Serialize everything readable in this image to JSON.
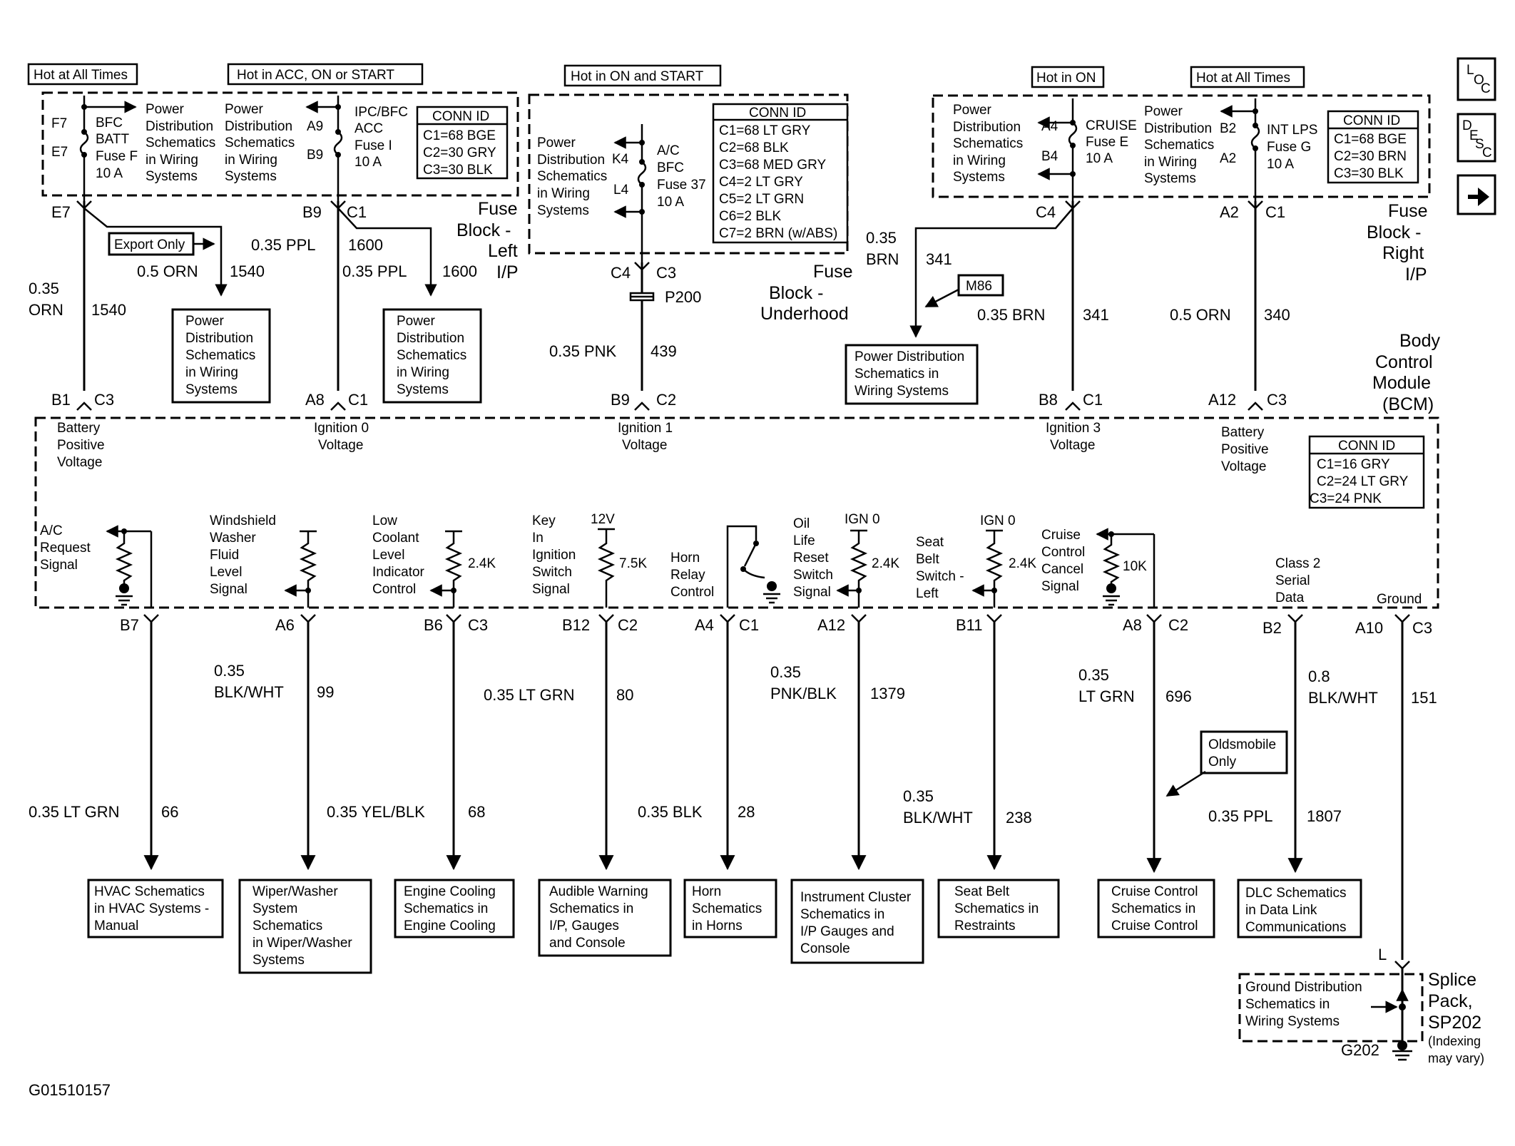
{
  "header_labels": {
    "hot_all_times_left": "Hot at All Times",
    "hot_acc_on_start": "Hot in ACC, ON or START",
    "hot_on_start": "Hot in ON and START",
    "hot_on": "Hot in ON",
    "hot_all_times_right": "Hot at All Times"
  },
  "nav": {
    "loc": "LOC",
    "desc": "DESC",
    "next": "➡"
  },
  "fuse_left": {
    "bfc_batt": [
      "BFC",
      "BATT",
      "Fuse F",
      "10 A"
    ],
    "ipc_bfc": [
      "IPC/BFC",
      "ACC",
      "Fuse I",
      "10 A"
    ],
    "pins": [
      "F7",
      "E7",
      "A9",
      "B9"
    ],
    "power_dist_a": [
      "Power",
      "Distribution",
      "Schematics",
      "in Wiring",
      "Systems"
    ],
    "power_dist_b": [
      "Power",
      "Distribution",
      "Schematics",
      "in Wiring",
      "Systems"
    ],
    "conn_title": "CONN ID",
    "conn": [
      "C1=68 BGE",
      "C2=30 GRY",
      "C3=30 BLK"
    ],
    "title": [
      "Fuse",
      "Block -",
      "Left",
      "I/P"
    ]
  },
  "fuse_under": {
    "ac_bfc": [
      "A/C",
      "BFC",
      "Fuse 37",
      "10 A"
    ],
    "pins": [
      "K4",
      "L4"
    ],
    "power_dist": [
      "Power",
      "Distribution",
      "Schematics",
      "in Wiring",
      "Systems"
    ],
    "conn_title": "CONN ID",
    "conn": [
      "C1=68 LT GRY",
      "C2=68 BLK",
      "C3=68 MED GRY",
      "C4=2 LT GRY",
      "C5=2 LT GRN",
      "C6=2 BLK",
      "C7=2 BRN (w/ABS)"
    ],
    "title": [
      "Fuse",
      "Block -",
      "Underhood"
    ]
  },
  "fuse_right": {
    "cruise": [
      "CRUISE",
      "Fuse E",
      "10 A"
    ],
    "int_lps": [
      "INT LPS",
      "Fuse G",
      "10 A"
    ],
    "pins": [
      "A4",
      "B4",
      "B2",
      "A2"
    ],
    "power_dist_a": [
      "Power",
      "Distribution",
      "Schematics",
      "in Wiring",
      "Systems"
    ],
    "power_dist_b": [
      "Power",
      "Distribution",
      "Schematics",
      "in Wiring",
      "Systems"
    ],
    "conn_title": "CONN ID",
    "conn": [
      "C1=68 BGE",
      "C2=30 BRN",
      "C3=30 BLK"
    ],
    "title": [
      "Fuse",
      "Block -",
      "Right",
      "I/P"
    ]
  },
  "upper_wires": {
    "e7": "E7",
    "b9_c1": [
      "B9",
      "C1"
    ],
    "c4_c3": [
      "C4",
      "C3"
    ],
    "c4": "C4",
    "a2_c1": [
      "A2",
      "C1"
    ],
    "w_035_ppl_1600": [
      "0.35 PPL",
      "1600"
    ],
    "w_05_orn_1540": [
      "0.5 ORN",
      "1540"
    ],
    "w_035_ppl_1600b": [
      "0.35 PPL",
      "1600"
    ],
    "w_035_orn_1540": [
      "0.35",
      "ORN",
      "1540"
    ],
    "w_035_pnk_439": [
      "0.35 PNK",
      "439"
    ],
    "w_035_brn_341a": [
      "0.35",
      "BRN",
      "341"
    ],
    "w_035_brn_341b": [
      "0.35 BRN",
      "341"
    ],
    "w_05_orn_340": [
      "0.5 ORN",
      "340"
    ],
    "p200": "P200",
    "export_only": "Export Only",
    "m86": "M86",
    "pd_left_a": [
      "Power",
      "Distribution",
      "Schematics",
      "in Wiring",
      "Systems"
    ],
    "pd_left_b": [
      "Power",
      "Distribution",
      "Schematics",
      "in Wiring",
      "Systems"
    ],
    "pd_mid": [
      "Power Distribution",
      "Schematics in",
      "Wiring Systems"
    ]
  },
  "bcm": {
    "title": [
      "Body",
      "Control",
      "Module",
      "(BCM)"
    ],
    "top_pins": [
      [
        "B1",
        "C3"
      ],
      [
        "A8",
        "C1"
      ],
      [
        "B9",
        "C2"
      ],
      [
        "B8",
        "C1"
      ],
      [
        "A12",
        "C3"
      ]
    ],
    "top_labels": {
      "batt_pos_left": [
        "Battery",
        "Positive",
        "Voltage"
      ],
      "ign0": [
        "Ignition 0",
        "Voltage"
      ],
      "ign1": [
        "Ignition 1",
        "Voltage"
      ],
      "ign3": [
        "Ignition 3",
        "Voltage"
      ],
      "batt_pos_right": [
        "Battery",
        "Positive",
        "Voltage"
      ]
    },
    "conn_title": "CONN ID",
    "conn": [
      "C1=16 GRY",
      "C2=24 LT GRY",
      "C3=24 PNK"
    ],
    "signals": {
      "ac_request": [
        "A/C",
        "Request",
        "Signal"
      ],
      "washer_fluid": [
        "Windshield",
        "Washer",
        "Fluid",
        "Level",
        "Signal"
      ],
      "low_coolant": [
        "Low",
        "Coolant",
        "Level",
        "Indicator",
        "Control"
      ],
      "key_in_ign": [
        "Key",
        "In",
        "Ignition",
        "Switch",
        "Signal"
      ],
      "horn_relay": [
        "Horn",
        "Relay",
        "Control"
      ],
      "oil_life": [
        "Oil",
        "Life",
        "Reset",
        "Switch",
        "Signal"
      ],
      "seat_belt": [
        "Seat",
        "Belt",
        "Switch -",
        "Left"
      ],
      "cruise_cancel": [
        "Cruise",
        "Control",
        "Cancel",
        "Signal"
      ],
      "class2": [
        "Class 2",
        "Serial",
        "Data"
      ],
      "ground": "Ground"
    },
    "resistors": [
      "2.4K",
      "7.5K",
      "2.4K",
      "2.4K",
      "10K"
    ],
    "supplies": [
      "12V",
      "IGN 0",
      "IGN 0"
    ],
    "bottom_pins": [
      [
        "B7"
      ],
      [
        "A6"
      ],
      [
        "B6",
        "C3"
      ],
      [
        "B12",
        "C2"
      ],
      [
        "A4",
        "C1"
      ],
      [
        "A12"
      ],
      [
        "B11"
      ],
      [
        "A8",
        "C2"
      ],
      [
        "B2"
      ],
      [
        "A10",
        "C3"
      ]
    ]
  },
  "lower_wires": {
    "w66": [
      "0.35 LT GRN",
      "66"
    ],
    "w99": [
      "0.35",
      "BLK/WHT",
      "99"
    ],
    "w68": [
      "0.35 YEL/BLK",
      "68"
    ],
    "w80": [
      "0.35 LT GRN",
      "80"
    ],
    "w28": [
      "0.35 BLK",
      "28"
    ],
    "w1379": [
      "0.35",
      "PNK/BLK",
      "1379"
    ],
    "w238": [
      "0.35",
      "BLK/WHT",
      "238"
    ],
    "w696": [
      "0.35",
      "LT GRN",
      "696"
    ],
    "w1807": [
      "0.35 PPL",
      "1807"
    ],
    "w151": [
      "0.8",
      "BLK/WHT",
      "151"
    ],
    "olds_only": [
      "Oldsmobile",
      "Only"
    ]
  },
  "destinations": {
    "hvac": [
      "HVAC Schematics",
      "in HVAC Systems -",
      "Manual"
    ],
    "wiper": [
      "Wiper/Washer",
      "System",
      "Schematics",
      "in Wiper/Washer",
      "Systems"
    ],
    "engine_cooling": [
      "Engine Cooling",
      "Schematics in",
      "Engine Cooling"
    ],
    "audible": [
      "Audible Warning",
      "Schematics in",
      "I/P, Gauges",
      "and Console"
    ],
    "horn": [
      "Horn",
      "Schematics",
      "in Horns"
    ],
    "instrument": [
      "Instrument Cluster",
      "Schematics in",
      "I/P Gauges and",
      "Console"
    ],
    "seat_belt": [
      "Seat Belt",
      "Schematics in",
      "Restraints"
    ],
    "cruise": [
      "Cruise Control",
      "Schematics in",
      "Cruise Control"
    ],
    "dlc": [
      "DLC Schematics",
      "in Data Link",
      "Communications"
    ]
  },
  "ground": {
    "l_pin": "L",
    "dist": [
      "Ground Distribution",
      "Schematics in",
      "Wiring Systems"
    ],
    "splice": [
      "Splice",
      "Pack,",
      "SP202"
    ],
    "indexing": [
      "(Indexing",
      "may vary)"
    ],
    "g202": "G202"
  },
  "figure_id": "G01510157"
}
